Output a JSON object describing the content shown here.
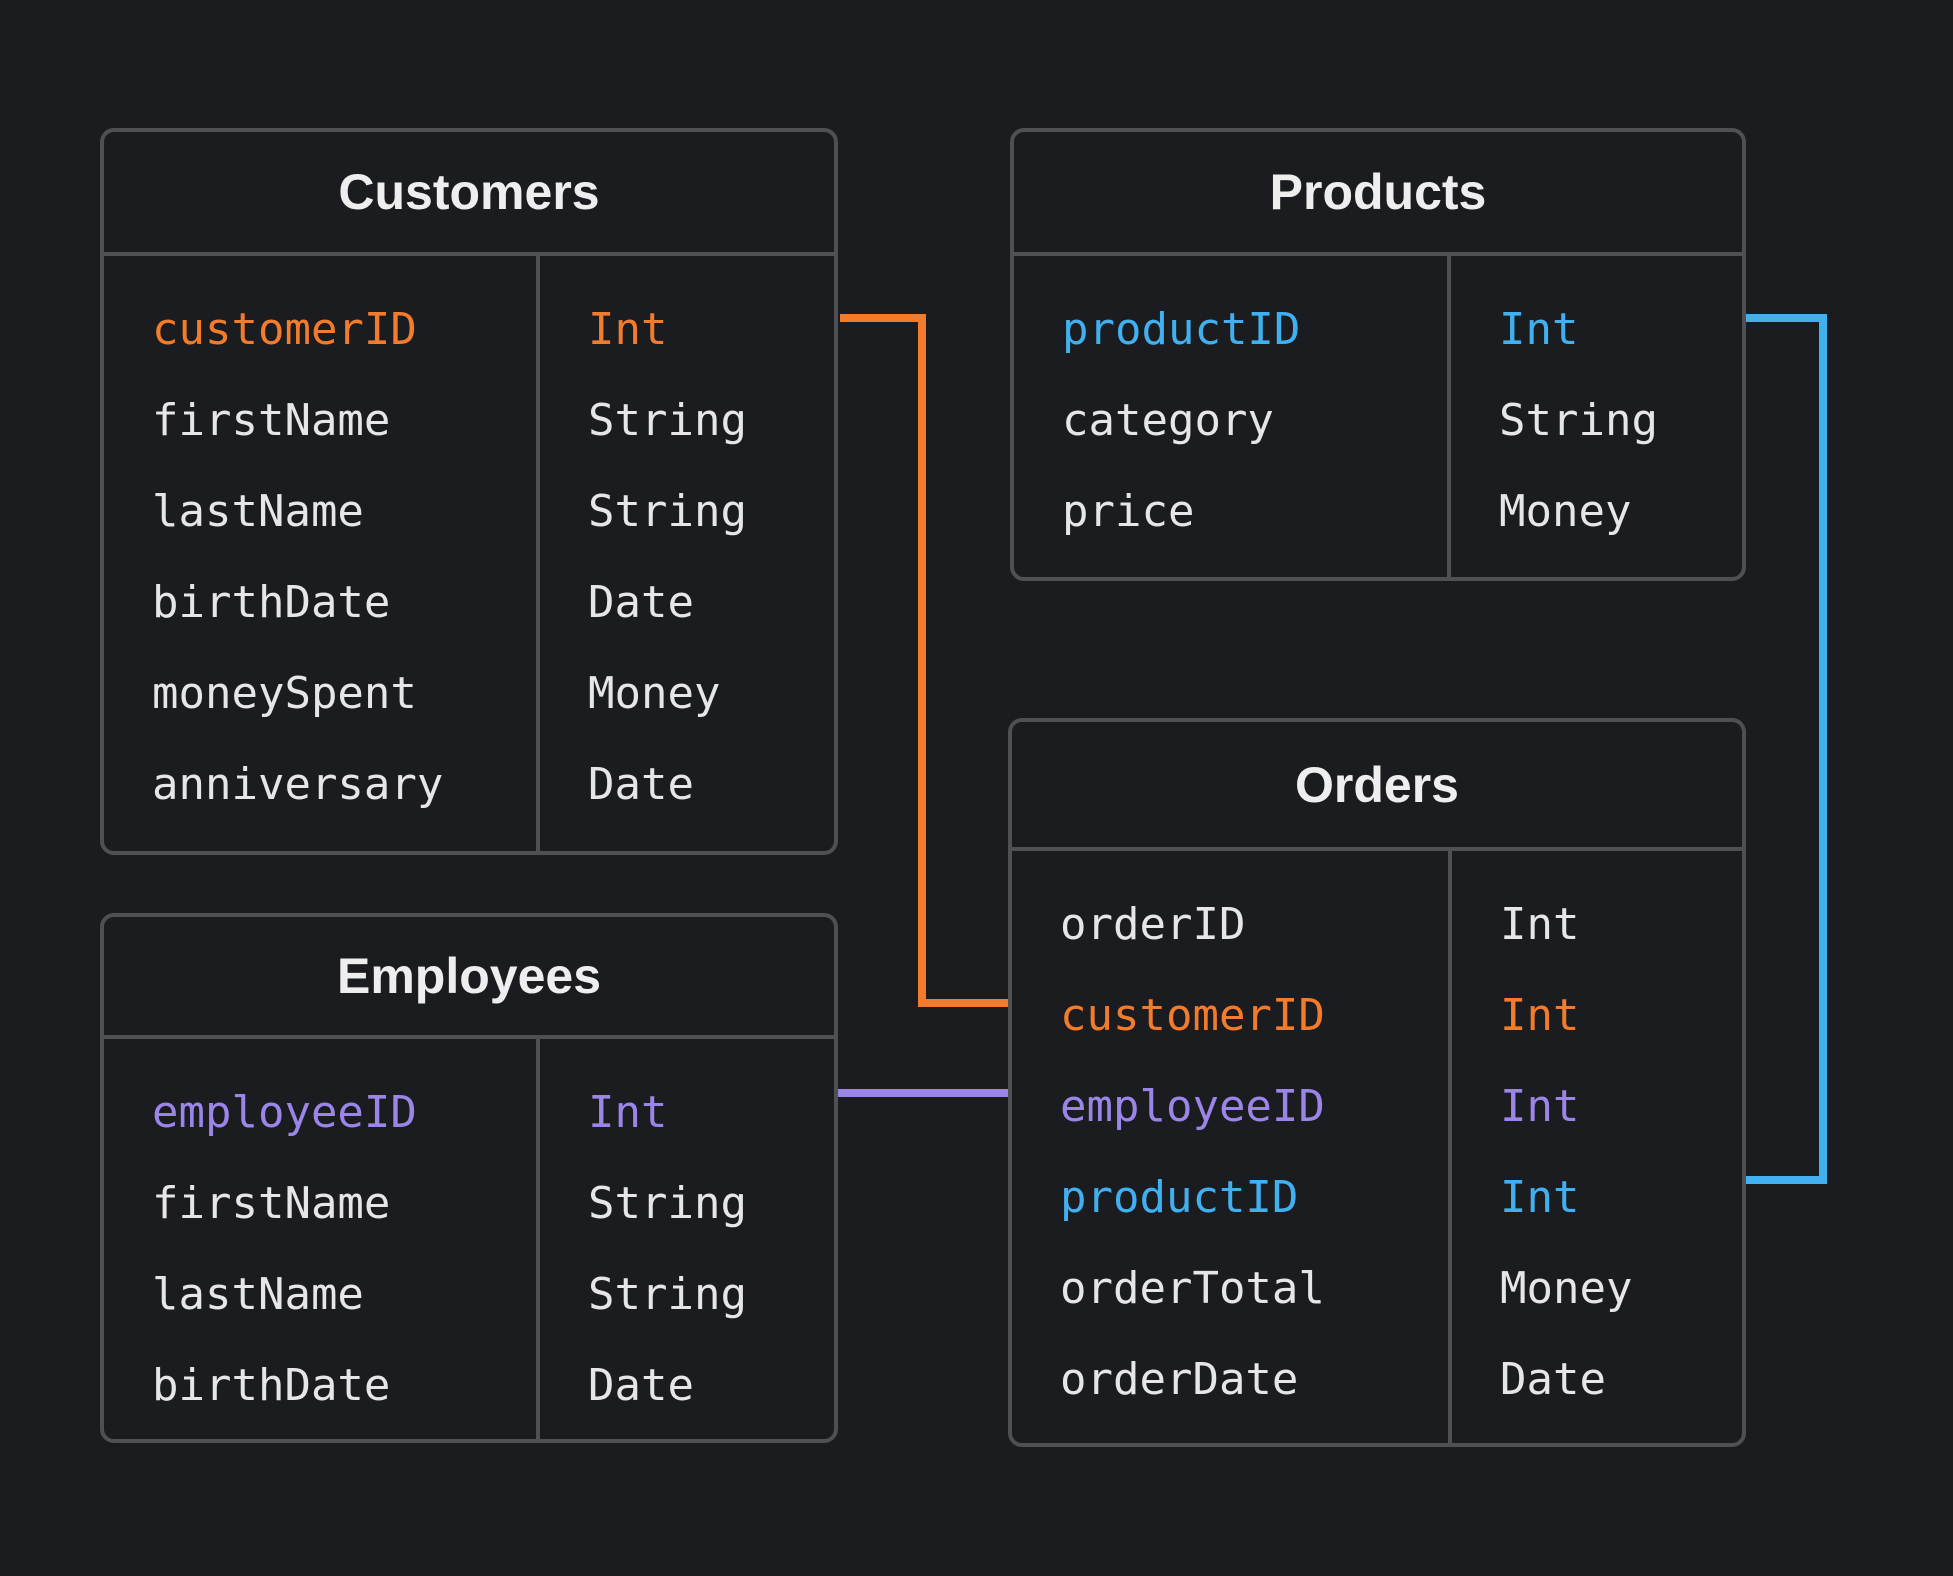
{
  "colors": {
    "background": "#1b1c20",
    "border": "#4e5054",
    "text": "#e6e6e8",
    "customer_key": "#f37b2c",
    "product_key": "#41b0f0",
    "employee_key": "#9b85e8"
  },
  "tables": {
    "customers": {
      "title": "Customers",
      "fields": [
        {
          "name": "customerID",
          "type": "Int"
        },
        {
          "name": "firstName",
          "type": "String"
        },
        {
          "name": "lastName",
          "type": "String"
        },
        {
          "name": "birthDate",
          "type": "Date"
        },
        {
          "name": "moneySpent",
          "type": "Money"
        },
        {
          "name": "anniversary",
          "type": "Date"
        }
      ]
    },
    "products": {
      "title": "Products",
      "fields": [
        {
          "name": "productID",
          "type": "Int"
        },
        {
          "name": "category",
          "type": "String"
        },
        {
          "name": "price",
          "type": "Money"
        }
      ]
    },
    "employees": {
      "title": "Employees",
      "fields": [
        {
          "name": "employeeID",
          "type": "Int"
        },
        {
          "name": "firstName",
          "type": "String"
        },
        {
          "name": "lastName",
          "type": "String"
        },
        {
          "name": "birthDate",
          "type": "Date"
        }
      ]
    },
    "orders": {
      "title": "Orders",
      "fields": [
        {
          "name": "orderID",
          "type": "Int"
        },
        {
          "name": "customerID",
          "type": "Int"
        },
        {
          "name": "employeeID",
          "type": "Int"
        },
        {
          "name": "productID",
          "type": "Int"
        },
        {
          "name": "orderTotal",
          "type": "Money"
        },
        {
          "name": "orderDate",
          "type": "Date"
        }
      ]
    }
  },
  "relationships": [
    {
      "from": "Customers.customerID",
      "to": "Orders.customerID",
      "color": "#f37b2c"
    },
    {
      "from": "Products.productID",
      "to": "Orders.productID",
      "color": "#41b0f0"
    },
    {
      "from": "Employees.employeeID",
      "to": "Orders.employeeID",
      "color": "#9b85e8"
    }
  ]
}
